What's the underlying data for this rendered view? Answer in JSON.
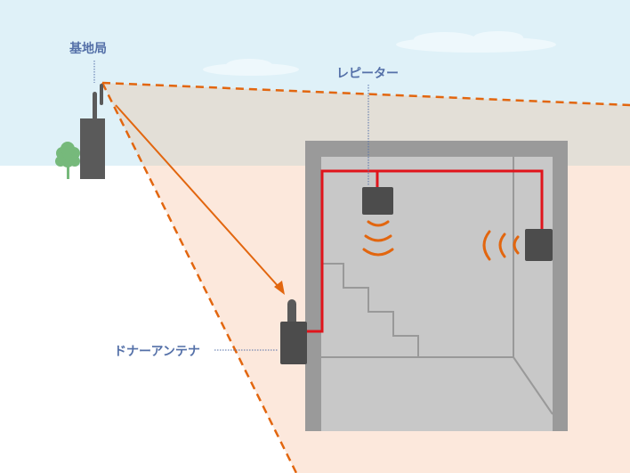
{
  "labels": {
    "base_station": "基地局",
    "repeater": "レピーター",
    "donor_antenna": "ドナーアンテナ"
  },
  "colors": {
    "sky": "#dff1f8",
    "beam_sky": "#e3dfd7",
    "beam_ground": "#fce8dc",
    "signal": "#e2660f",
    "cable": "#e0141b",
    "device": "#4c4c4c",
    "label": "#5470a8"
  }
}
